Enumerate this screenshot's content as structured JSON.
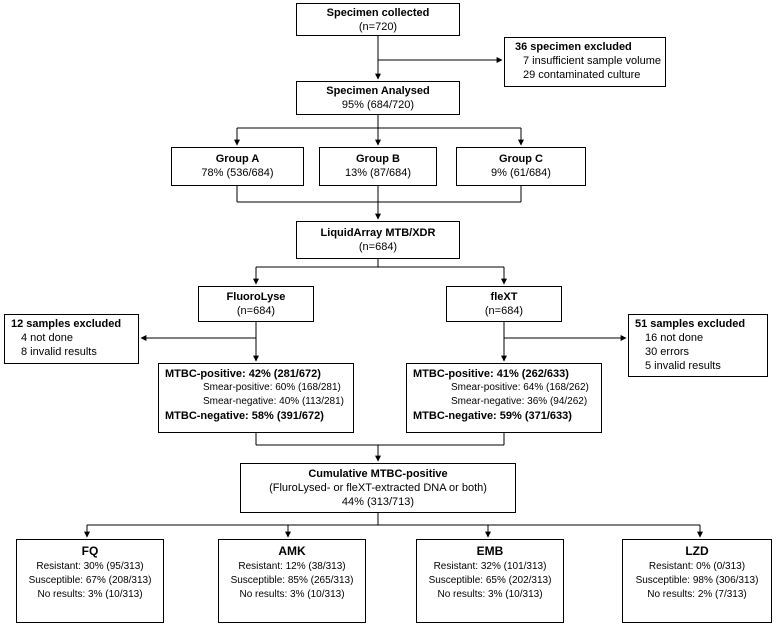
{
  "collected": {
    "title": "Specimen collected",
    "count": "(n=720)"
  },
  "excluded_top": {
    "title": "36 specimen excluded",
    "l1": "7 insufficient sample volume",
    "l2": "29 contaminated culture"
  },
  "analysed": {
    "title": "Specimen Analysed",
    "value": "95% (684/720)"
  },
  "groups": [
    {
      "title": "Group A",
      "value": "78% (536/684)"
    },
    {
      "title": "Group B",
      "value": "13% (87/684)"
    },
    {
      "title": "Group C",
      "value": "9% (61/684)"
    }
  ],
  "liquidarray": {
    "title": "LiquidArray MTB/XDR",
    "count": "(n=684)"
  },
  "fluorolyse": {
    "title": "FluoroLyse",
    "count": "(n=684)"
  },
  "flext": {
    "title": "fleXT",
    "count": "(n=684)"
  },
  "excl_left": {
    "title": "12 samples excluded",
    "l1": "4 not done",
    "l2": "8 invalid results"
  },
  "excl_right": {
    "title": "51 samples excluded",
    "l1": "16 not done",
    "l2": "30 errors",
    "l3": "5 invalid results"
  },
  "res_left": {
    "pos": "MTBC-positive: 42% (281/672)",
    "sp": "Smear-positive: 60% (168/281)",
    "sn": "Smear-negative: 40% (113/281)",
    "neg": "MTBC-negative: 58% (391/672)"
  },
  "res_right": {
    "pos": "MTBC-positive: 41% (262/633)",
    "sp": "Smear-positive: 64% (168/262)",
    "sn": "Smear-negative: 36% (94/262)",
    "neg": "MTBC-negative: 59% (371/633)"
  },
  "cumulative": {
    "title": "Cumulative MTBC-positive",
    "sub": "(FluroLysed- or fleXT-extracted DNA or both)",
    "value": "44% (313/713)"
  },
  "drugs": [
    {
      "title": "FQ",
      "r": "Resistant: 30% (95/313)",
      "s": "Susceptible: 67% (208/313)",
      "n": "No results: 3% (10/313)"
    },
    {
      "title": "AMK",
      "r": "Resistant: 12% (38/313)",
      "s": "Susceptible: 85% (265/313)",
      "n": "No results: 3% (10/313)"
    },
    {
      "title": "EMB",
      "r": "Resistant: 32% (101/313)",
      "s": "Susceptible: 65% (202/313)",
      "n": "No results: 3% (10/313)"
    },
    {
      "title": "LZD",
      "r": "Resistant: 0% (0/313)",
      "s": "Susceptible: 98% (306/313)",
      "n": "No results: 2% (7/313)"
    }
  ]
}
